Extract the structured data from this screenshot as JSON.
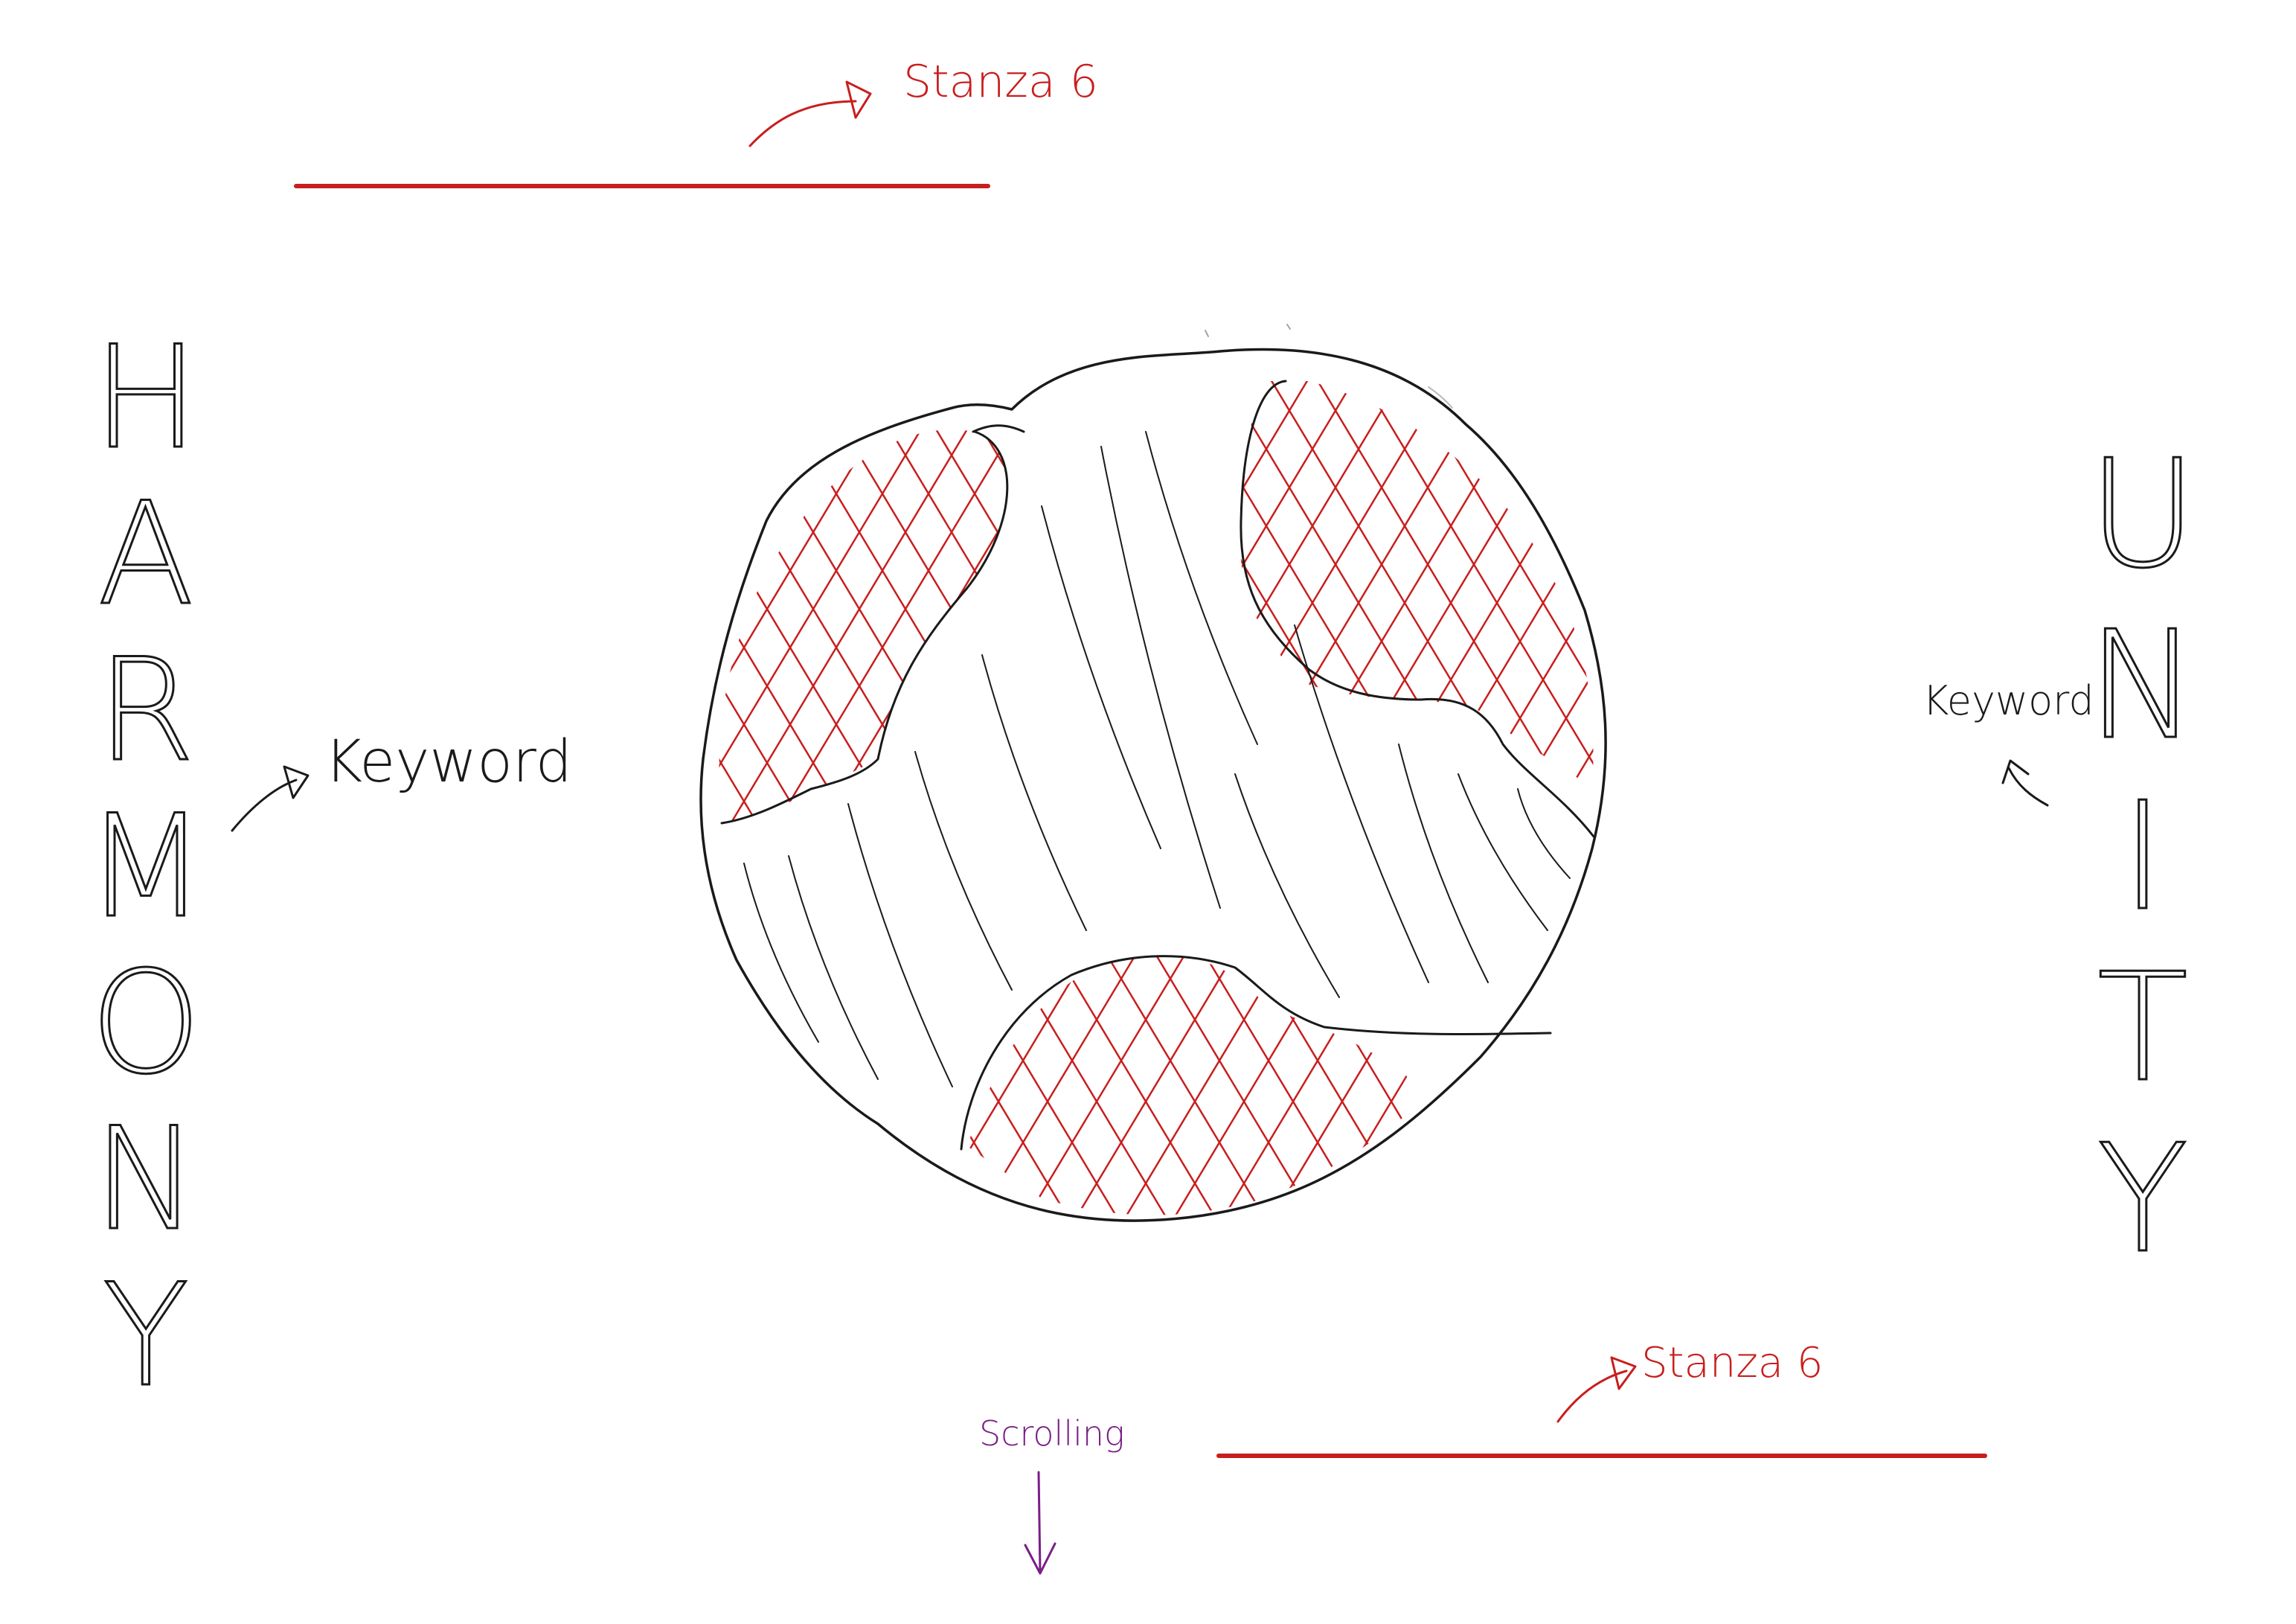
{
  "annotations": {
    "stanza_top": "Stanza 6",
    "stanza_bottom": "Stanza 6",
    "keyword_left": "Keyword",
    "keyword_right": "Keyword",
    "scrolling": "Scrolling"
  },
  "words": {
    "left": [
      "H",
      "A",
      "R",
      "M",
      "O",
      "N",
      "Y"
    ],
    "right": [
      "U",
      "N",
      "I",
      "T",
      "Y"
    ]
  },
  "colors": {
    "ink": "#1a1a1a",
    "accent": "#c81e1e",
    "scroll": "#7a1f86"
  },
  "icons": {
    "arrow_pointer": "arrow-pointer-icon",
    "scroll_down": "arrow-down-icon",
    "sphere": "globe-sketch"
  }
}
